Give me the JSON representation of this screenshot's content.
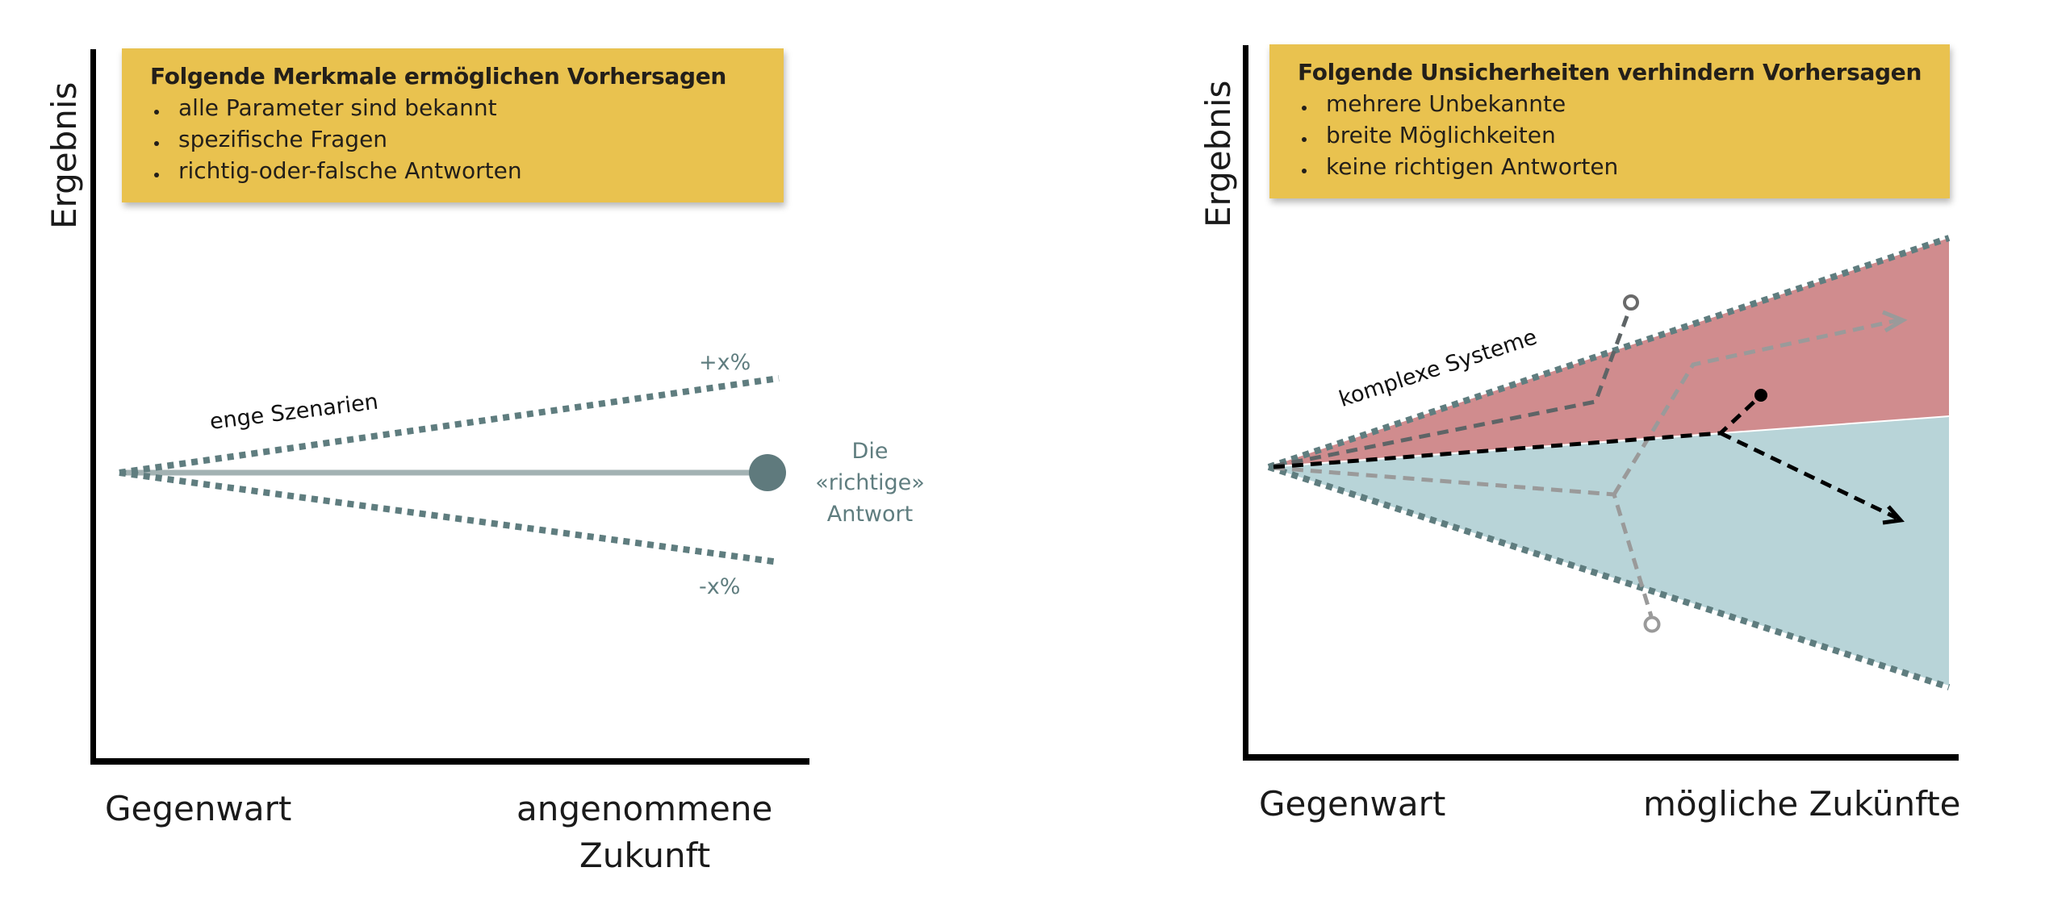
{
  "left_panel": {
    "info_box": {
      "title": "Folgende Merkmale ermöglichen Vorhersagen",
      "bullets": [
        "alle Parameter sind bekannt",
        "spezifische Fragen",
        "richtig-oder-falsche Antworten"
      ]
    },
    "y_axis_label": "Ergebnis",
    "x_axis_start_label": "Gegenwart",
    "x_axis_end_label_line1": "angenommene",
    "x_axis_end_label_line2": "Zukunft",
    "fan_label": "enge Szenarien",
    "upper_bound_label": "+x%",
    "lower_bound_label": "-x%",
    "answer_label_line1": "Die",
    "answer_label_line2": "«richtige»",
    "answer_label_line3": "Antwort"
  },
  "right_panel": {
    "info_box": {
      "title": "Folgende Unsicherheiten verhindern Vorhersagen",
      "bullets": [
        "mehrere Unbekannte",
        "breite Möglichkeiten",
        "keine richtigen Antworten"
      ]
    },
    "y_axis_label": "Ergebnis",
    "x_axis_start_label": "Gegenwart",
    "x_axis_end_label": "mögliche Zukünfte",
    "fan_label": "komplexe Systeme"
  },
  "colors": {
    "box_fill": "#E9C24F",
    "text": "#231f1a",
    "axis": "#000000",
    "fan_dotted": "#5F7D7F",
    "center_line": "#A3B2B3",
    "answer_dot": "#5F7A7D",
    "upper_region": "#D08C8E",
    "lower_region": "#B8D4D8",
    "path_dark_grey": "#5E6466",
    "path_light_grey": "#9A9A9A",
    "path_black": "#000000"
  }
}
